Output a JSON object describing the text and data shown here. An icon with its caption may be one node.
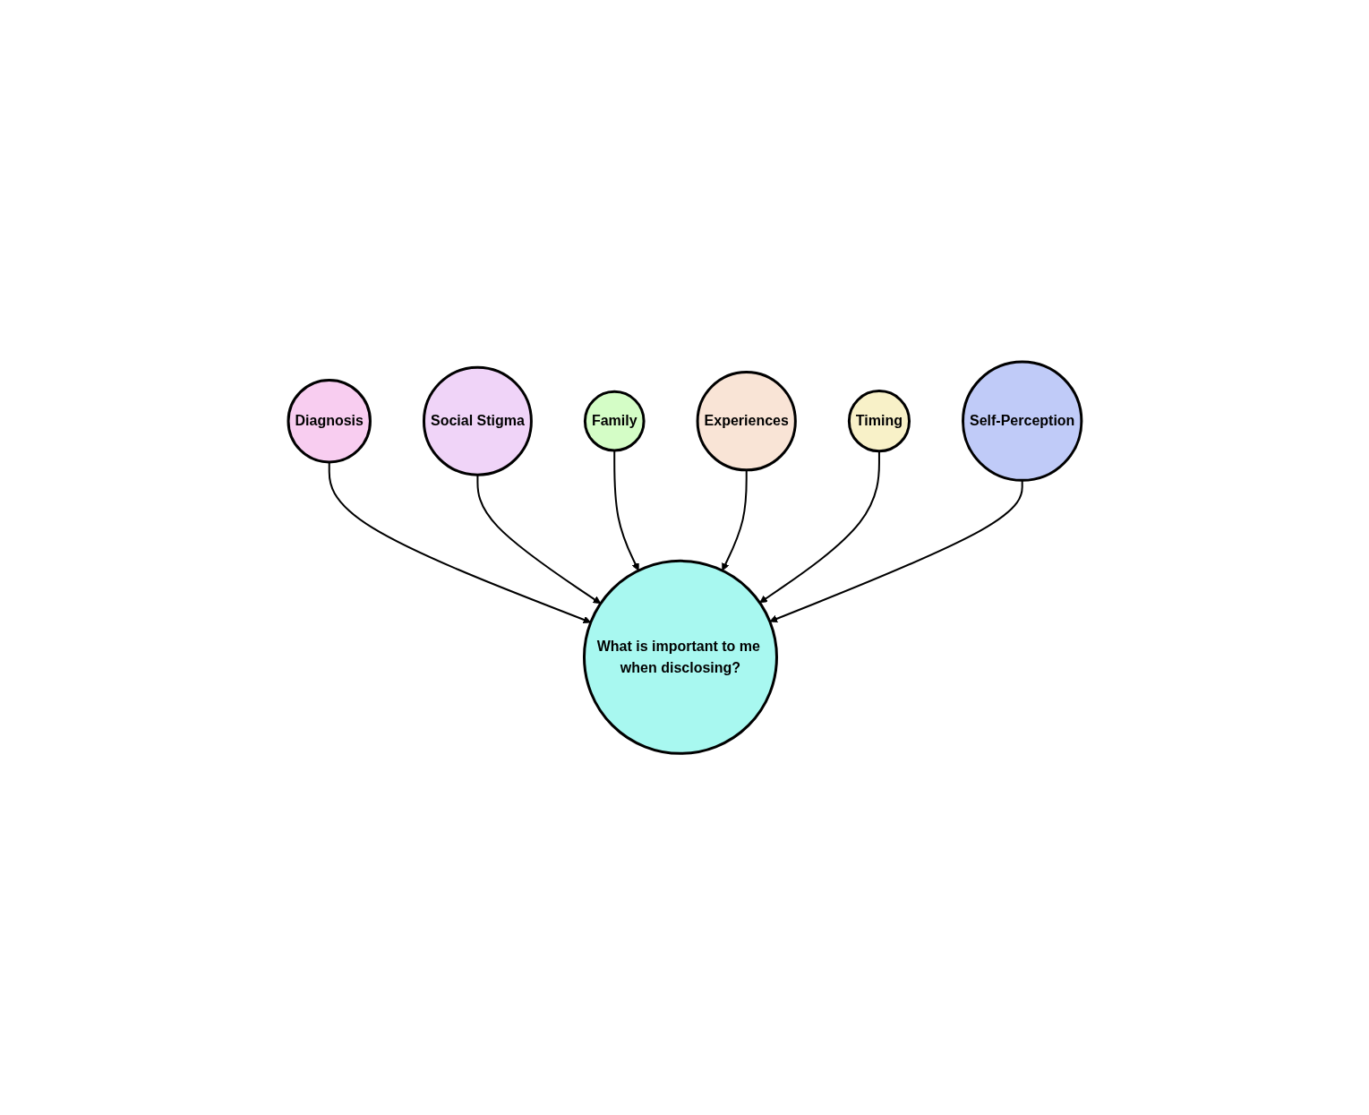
{
  "diagram": {
    "nodes": [
      {
        "text": [
          "Diagnosis"
        ]
      },
      {
        "text": [
          "Family"
        ]
      },
      {
        "text": [
          "Social Stigma"
        ]
      },
      {
        "text": [
          "What is important to me when disclosing?"
        ]
      },
      {
        "text": [
          "Experiences"
        ]
      },
      {
        "text": [
          "Timing"
        ]
      },
      {
        "text": [
          "Self-Perception"
        ]
      }
    ],
    "edges": [
      {
        "from": 0,
        "to": 3,
        "arrow": "to"
      },
      {
        "from": 2,
        "to": 3,
        "arrow": "to"
      },
      {
        "from": 1,
        "to": 3,
        "arrow": "to"
      },
      {
        "from": 4,
        "to": 3,
        "arrow": "to"
      },
      {
        "from": 5,
        "to": 3,
        "arrow": "to"
      },
      {
        "from": 6,
        "to": 3,
        "arrow": "to"
      }
    ]
  }
}
